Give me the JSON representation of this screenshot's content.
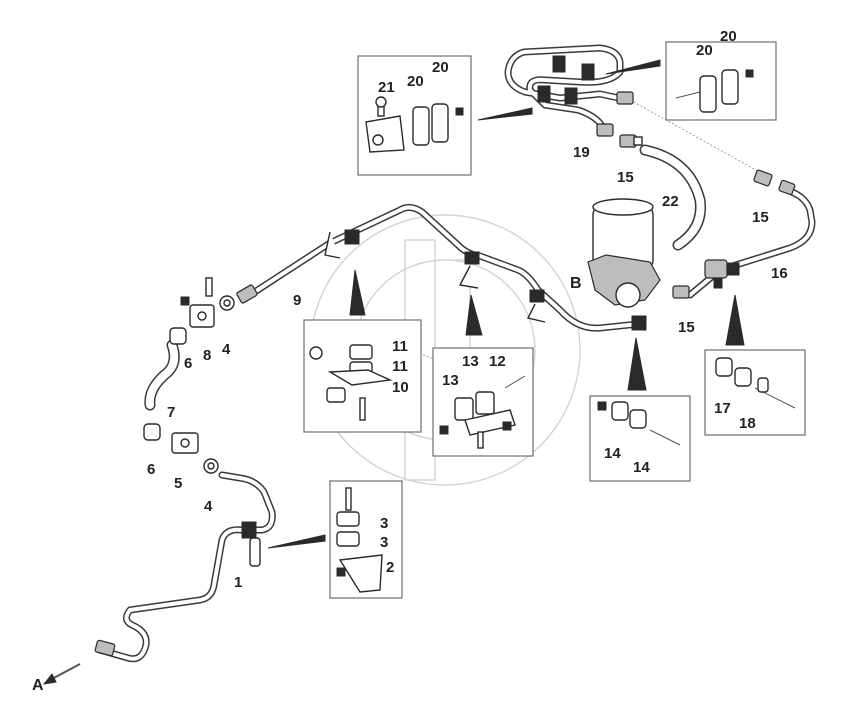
{
  "callouts": {
    "c1": "1",
    "c2": "2",
    "c3a": "3",
    "c3b": "3",
    "c4a": "4",
    "c4b": "4",
    "c5": "5",
    "c6a": "6",
    "c6b": "6",
    "c7": "7",
    "c8": "8",
    "c9": "9",
    "c10": "10",
    "c11a": "11",
    "c11b": "11",
    "c12": "12",
    "c13a": "13",
    "c13b": "13",
    "c14a": "14",
    "c14b": "14",
    "c15a": "15",
    "c15b": "15",
    "c15c": "15",
    "c16": "16",
    "c17": "17",
    "c18": "18",
    "c19": "19",
    "c20a": "20",
    "c20b": "20",
    "c20c": "20",
    "c20d": "20",
    "c21": "21",
    "c22": "22",
    "refA": "A",
    "refB": "B"
  }
}
